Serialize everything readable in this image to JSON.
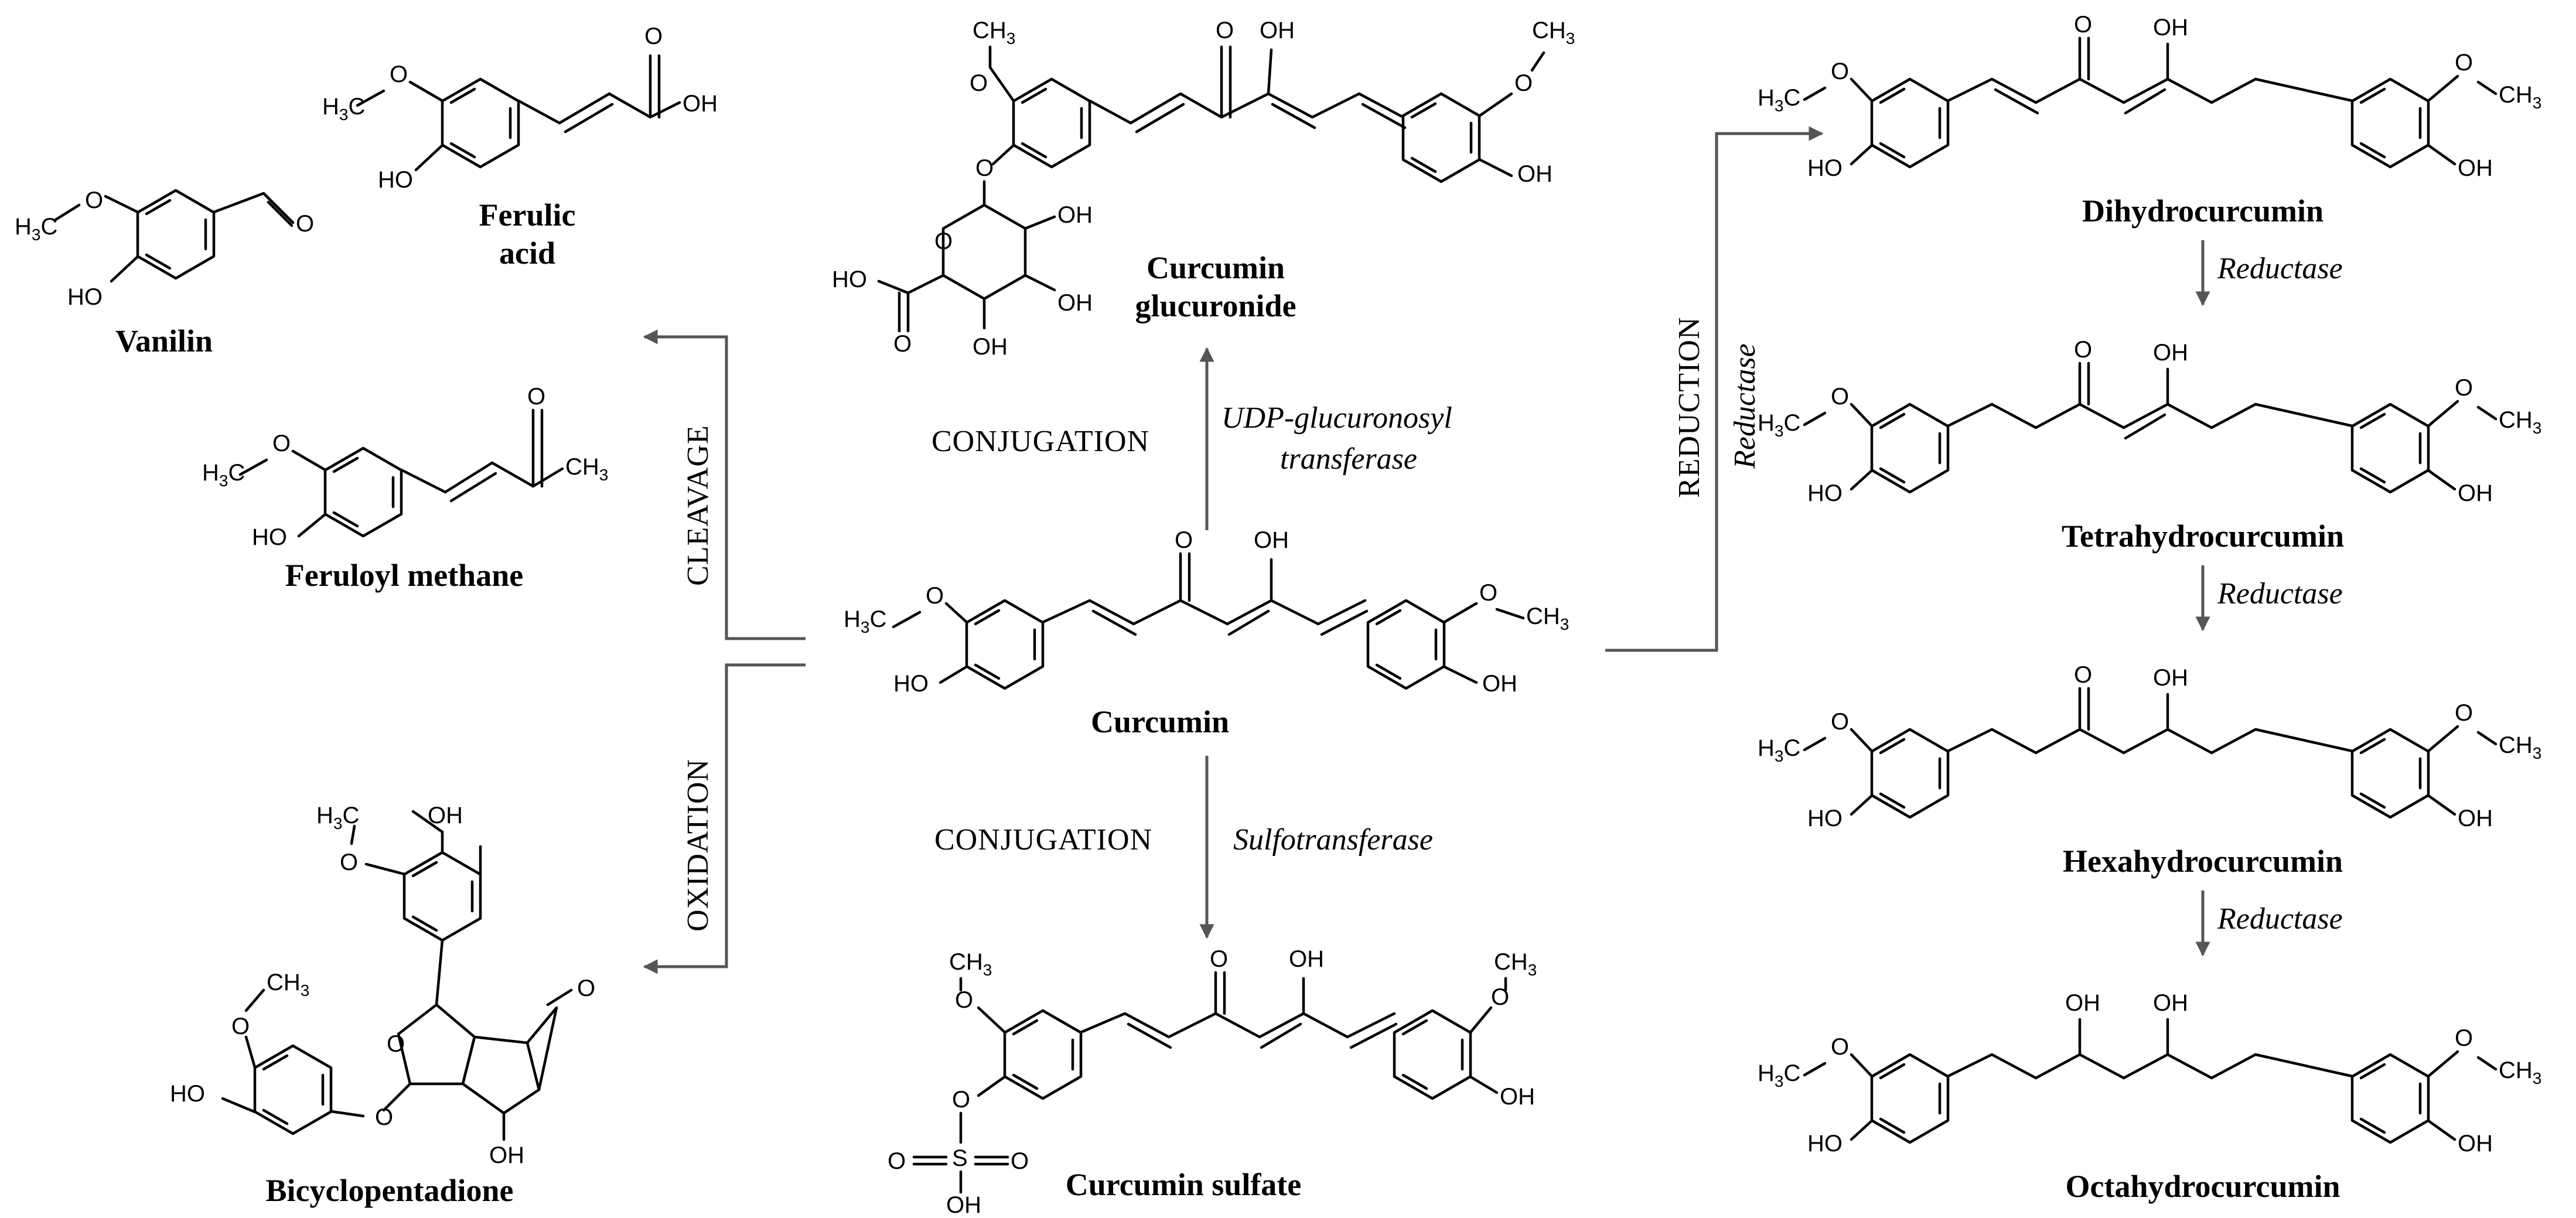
{
  "compounds": {
    "ferulic_acid": [
      "Ferulic",
      "acid"
    ],
    "vanilin": "Vanilin",
    "feruloyl_methane": "Feruloyl methane",
    "bicyclopentadione": "Bicyclopentadione",
    "curcumin_glucuronide": [
      "Curcumin",
      "glucuronide"
    ],
    "curcumin": "Curcumin",
    "curcumin_sulfate": "Curcumin sulfate",
    "dihydrocurcumin": "Dihydrocurcumin",
    "tetrahydrocurcumin": "Tetrahydrocurcumin",
    "hexahydrocurcumin": "Hexahydrocurcumin",
    "octahydrocurcumin": "Octahydrocurcumin"
  },
  "processes": {
    "cleavage": "CLEAVAGE",
    "oxidation": "OXIDATION",
    "conjugation_top": "CONJUGATION",
    "conjugation_bottom": "CONJUGATION",
    "reduction": "REDUCTION"
  },
  "enzymes": {
    "udp_line1": "UDP-glucuronosyl",
    "udp_line2": "transferase",
    "sulfotransferase": "Sulfotransferase",
    "reductase_main": "Reductase",
    "reductase_1": "Reductase",
    "reductase_2": "Reductase",
    "reductase_3": "Reductase"
  },
  "atoms": {
    "o": "O",
    "oh": "OH",
    "ho": "HO",
    "me": "CH",
    "me_sub": "3",
    "h3c_h": "H",
    "h3c_sub": "3",
    "h3c_c": "C",
    "s": "S"
  },
  "colors": {
    "arrow": "#555555",
    "structure": "#000000"
  }
}
